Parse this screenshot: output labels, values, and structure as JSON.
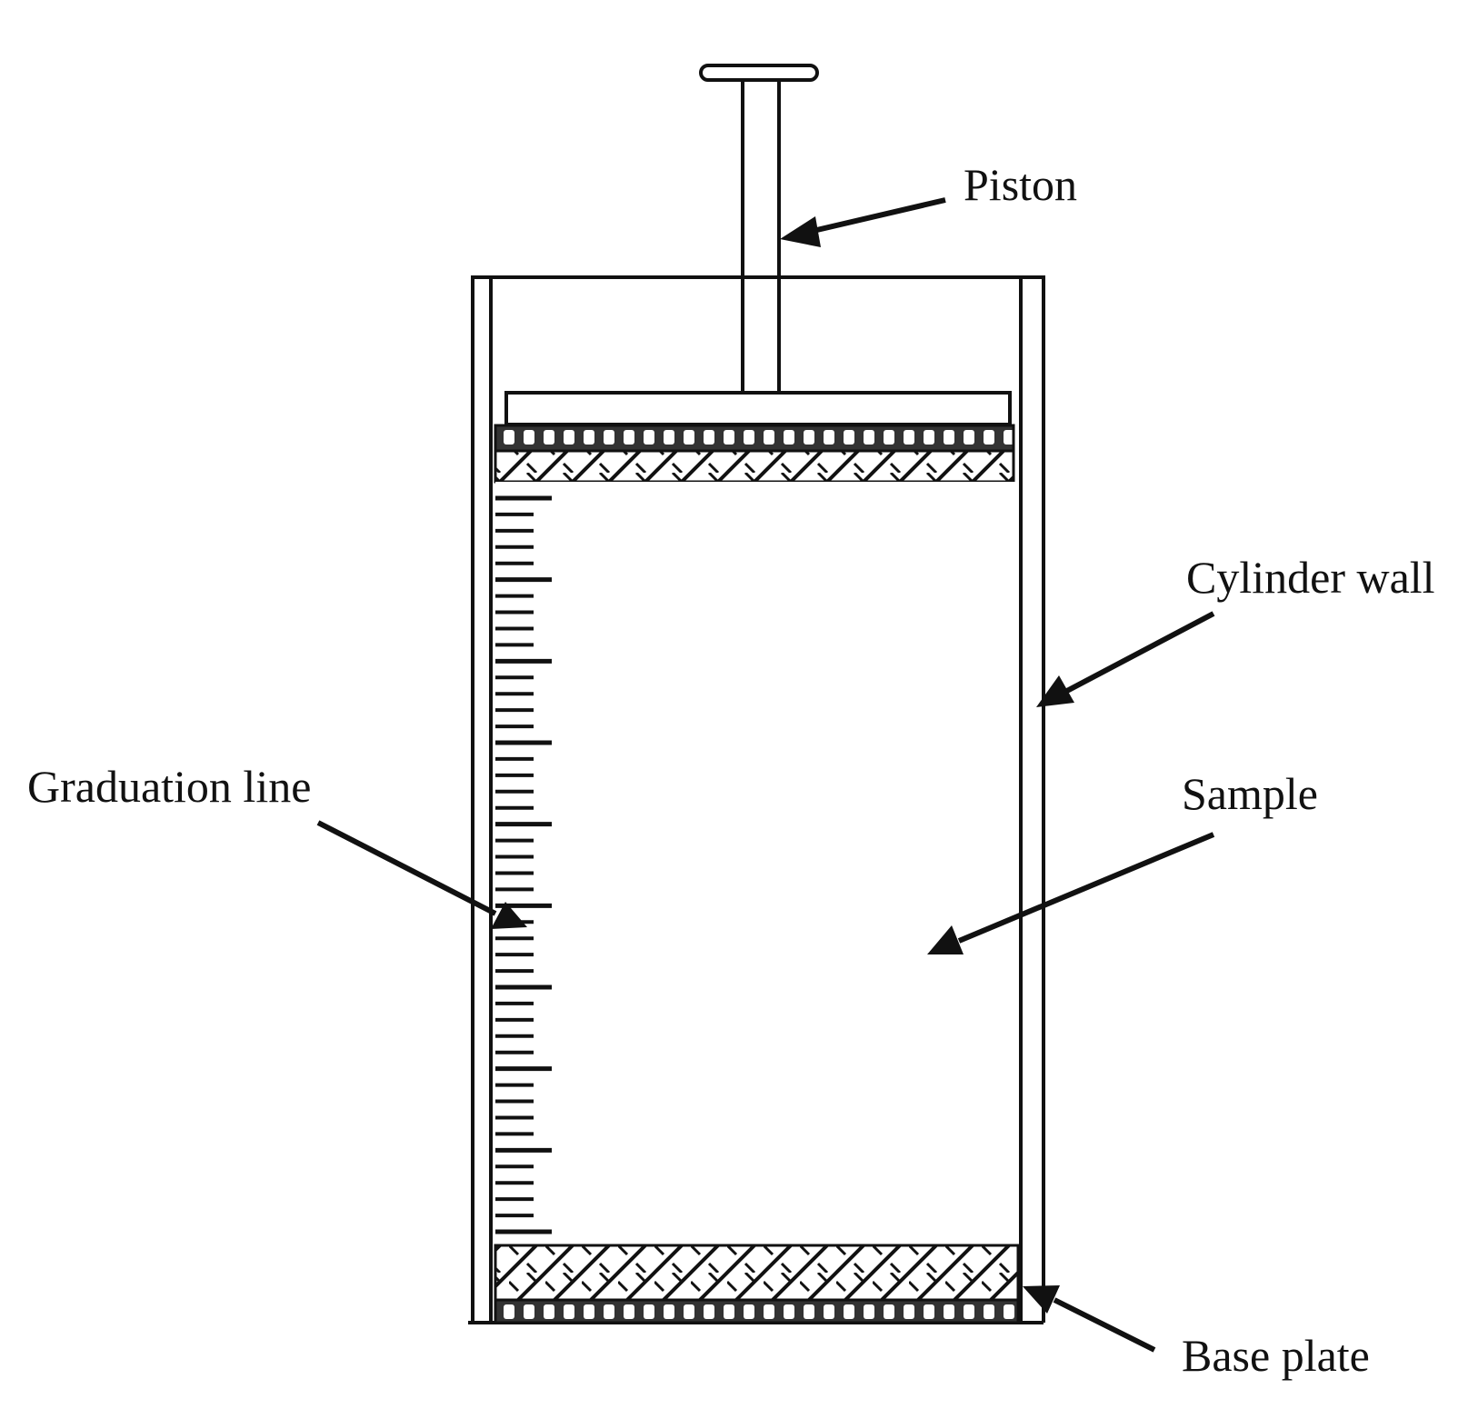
{
  "diagram": {
    "labels": {
      "piston": "Piston",
      "cylinder_wall": "Cylinder wall",
      "graduation_line": "Graduation line",
      "sample": "Sample",
      "base_plate": "Base plate"
    },
    "colors": {
      "ink": "#111111",
      "background": "#ffffff"
    }
  }
}
